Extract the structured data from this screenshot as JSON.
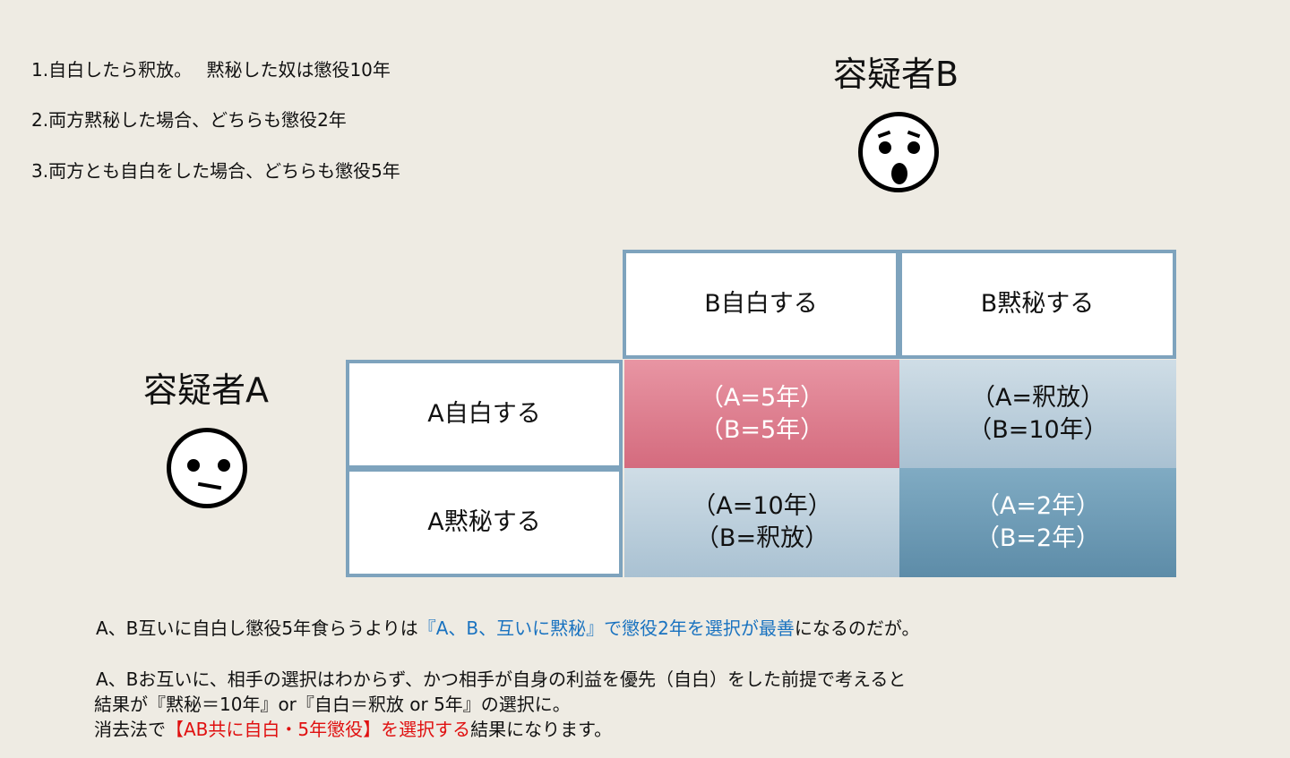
{
  "rules": [
    "1.自白したら釈放。　 黙秘した奴は懲役10年",
    "2.両方黙秘した場合、どちらも懲役2年",
    "3.両方とも自白をした場合、どちらも懲役5年"
  ],
  "suspect_b": "容疑者B",
  "suspect_a": "容疑者A",
  "matrix": {
    "col_headers": [
      "B自白する",
      "B黙秘する"
    ],
    "row_headers": [
      "A自白する",
      "A黙秘する"
    ],
    "cells": [
      [
        [
          "（A=5年）",
          "（B=5年）"
        ],
        [
          "（A=釈放）",
          "（B=10年）"
        ]
      ],
      [
        [
          "（A=10年）",
          "（B=釈放）"
        ],
        [
          "（A=2年）",
          "（B=2年）"
        ]
      ]
    ]
  },
  "notes": {
    "line1_a": "A、B互いに自白し懲役5年食らうよりは",
    "line1_b": "『A、B、互いに黙秘』で懲役2年を選択が最善",
    "line1_c": "になるのだが。",
    "line2": "A、Bお互いに、相手の選択はわからず、かつ相手が自身の利益を優先（自白）をした前提で考えると",
    "line3": "結果が『黙秘＝10年』or『自白＝釈放 or 5年』の選択に。",
    "line4_a": "消去法で",
    "line4_b": "【AB共に自白・5年懲役】を選択する",
    "line4_c": "結果になります。"
  },
  "colors": {
    "accent_blue": "#1a73c0",
    "accent_red": "#e01010"
  }
}
